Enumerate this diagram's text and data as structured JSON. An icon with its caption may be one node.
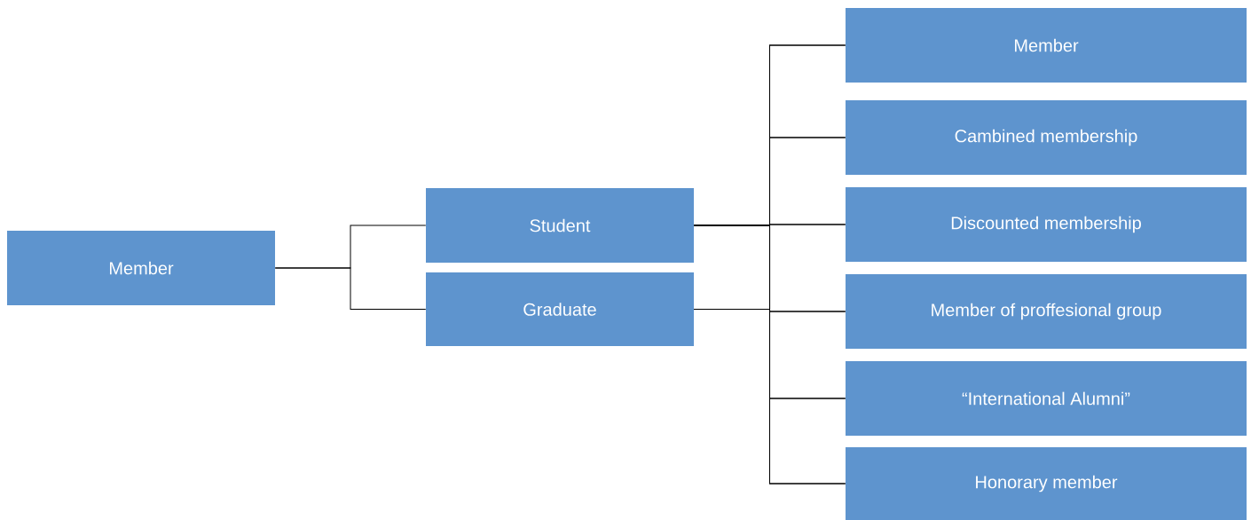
{
  "diagram": {
    "nodes": [
      {
        "text": [
          "Member"
        ]
      },
      {
        "text": [
          "Student"
        ]
      },
      {
        "text": [
          "Graduate"
        ]
      },
      {
        "text": [
          "Member"
        ]
      },
      {
        "text": [
          "Cambined membership"
        ]
      },
      {
        "text": [
          "Discounted membership"
        ]
      },
      {
        "text": [
          "Member of proffesional group"
        ]
      },
      {
        "text": [
          "“International Alumni”"
        ]
      },
      {
        "text": [
          "Honorary member"
        ]
      }
    ],
    "edges": [
      {
        "from": 0,
        "to": 1,
        "arrow": "none"
      },
      {
        "from": 0,
        "to": 2,
        "arrow": "none"
      },
      {
        "from": 1,
        "to": 3,
        "arrow": "none"
      },
      {
        "from": 1,
        "to": 4,
        "arrow": "none"
      },
      {
        "from": 1,
        "to": 5,
        "arrow": "none"
      },
      {
        "from": 1,
        "to": 6,
        "arrow": "none"
      },
      {
        "from": 1,
        "to": 7,
        "arrow": "none"
      },
      {
        "from": 1,
        "to": 8,
        "arrow": "none"
      },
      {
        "from": 2,
        "to": 3,
        "arrow": "none"
      },
      {
        "from": 2,
        "to": 4,
        "arrow": "none"
      },
      {
        "from": 2,
        "to": 5,
        "arrow": "none"
      },
      {
        "from": 2,
        "to": 6,
        "arrow": "none"
      },
      {
        "from": 2,
        "to": 7,
        "arrow": "none"
      },
      {
        "from": 2,
        "to": 8,
        "arrow": "none"
      }
    ]
  }
}
